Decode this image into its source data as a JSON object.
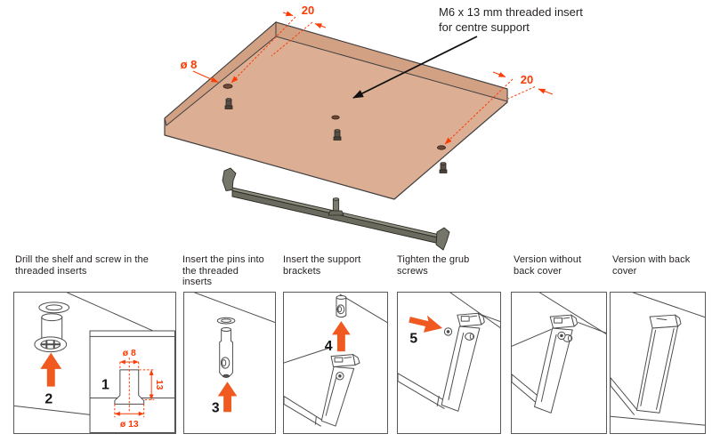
{
  "top_illustration": {
    "insert_label_line1": "M6 x 13 mm threaded insert",
    "insert_label_line2": "for centre support",
    "dim_back_offset": "20",
    "dim_right_offset": "20",
    "dim_hole_diameter": "ø 8"
  },
  "panels": [
    {
      "caption": "Drill the shelf and screw in the threaded inserts",
      "step_insert_section": "1",
      "step_screw_in": "2",
      "dim_top_diameter": "ø 8",
      "dim_height": "13",
      "dim_bottom_diameter": "ø 13"
    },
    {
      "caption": "Insert the pins into the threaded inserts",
      "step": "3"
    },
    {
      "caption": "Insert the support brackets",
      "step": "4"
    },
    {
      "caption": "Tighten the grub screws",
      "step": "5"
    },
    {
      "caption": "Version without back cover"
    },
    {
      "caption": "Version with back cover"
    }
  ],
  "colors": {
    "board_tan": "#dcae93",
    "board_edge_tan": "#d2a184",
    "dimension_red": "#fa3c05",
    "step_arrow_orange": "#f05a21",
    "rail_gray": "#75756a",
    "line_dark": "#4c4c4c",
    "text_dark": "#231f20"
  }
}
